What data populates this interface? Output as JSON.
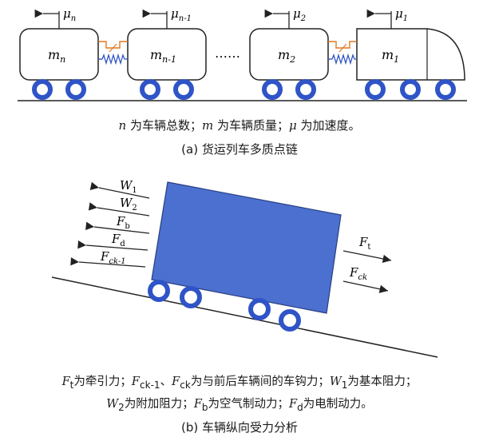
{
  "part_a": {
    "masses": [
      {
        "label": "m",
        "sub": "n"
      },
      {
        "label": "m",
        "sub": "n-1"
      },
      {
        "label": "m",
        "sub": "2"
      },
      {
        "label": "m",
        "sub": "1"
      }
    ],
    "accels": [
      {
        "label": "μ",
        "sub": "n"
      },
      {
        "label": "μ",
        "sub": "n-1"
      },
      {
        "label": "μ",
        "sub": "2"
      },
      {
        "label": "μ",
        "sub": "1"
      }
    ],
    "ellipsis": "……",
    "note": {
      "v1": "n",
      "t1": " 为车辆总数；",
      "v2": "m",
      "t2": " 为车辆质量；",
      "v3": "μ",
      "t3": " 为加速度。"
    },
    "caption": "(a)  货运列车多质点链"
  },
  "part_b": {
    "left_forces": [
      {
        "label": "W",
        "sub": "1"
      },
      {
        "label": "W",
        "sub": "2"
      },
      {
        "label": "F",
        "sub": "b"
      },
      {
        "label": "F",
        "sub": "d"
      },
      {
        "label": "F",
        "sub": "ck-1"
      }
    ],
    "right_forces": [
      {
        "label": "F",
        "sub": "t"
      },
      {
        "label": "F",
        "sub": "ck"
      }
    ],
    "note_line1": {
      "s1": "F",
      "s1sub": "t",
      "t1": "为牵引力；",
      "s2": "F",
      "s2sub": "ck-1",
      "t2": "、",
      "s3": "F",
      "s3sub": "ck",
      "t3": "为与前后车辆间的车钩力；",
      "s4": "W",
      "s4sub": "1",
      "t4": "为基本阻力；"
    },
    "note_line2": {
      "s1": "W",
      "s1sub": "2",
      "t1": "为附加阻力；",
      "s2": "F",
      "s2sub": "b",
      "t2": "为空气制动力；",
      "s3": "F",
      "s3sub": "d",
      "t3": "为电制动力。"
    },
    "caption": "(b)  车辆纵向受力分析"
  },
  "colors": {
    "wheel": "#2f54c8",
    "car_fill": "#4b70d0",
    "spring": "#2f54c8",
    "damper": "#e07820"
  }
}
